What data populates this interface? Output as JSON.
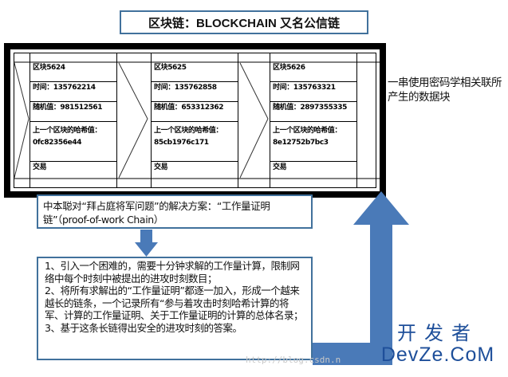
{
  "title": "区块链：BLOCKCHAIN 又名公信链",
  "blocks": [
    {
      "block": "区块5624",
      "time": "时间：135762214",
      "nonce": "随机值：981512561",
      "prev_label": "上一个区块的哈希值：",
      "prev_hash": "0fc82356e44",
      "tx": "交易"
    },
    {
      "block": "区块5625",
      "time": "时间：135762858",
      "nonce": "随机值：653312362",
      "prev_label": "上一个区块的哈希值：",
      "prev_hash": "85cb1976c171",
      "tx": "交易"
    },
    {
      "block": "区块5626",
      "time": "时间：135763321",
      "nonce": "随机值：2897355335",
      "prev_label": "上一个区块的哈希值：",
      "prev_hash": "8e12752b7bc3",
      "tx": "交易"
    }
  ],
  "side_note": "一串使用密码学相关联所产生的数据块",
  "solution_box": "中本聪对“拜占庭将军问题”的解决方案：“工作量证明链”（proof-of-work Chain）",
  "steps": [
    "1、引入一个困难的，需要十分钟求解的工作量计算，限制网络中每个时刻中被提出的进攻时刻数目；",
    "2、将所有求解出的“工作量证明”都逐一加入，形成一个越来越长的链条，一个记录所有“参与着攻击时刻哈希计算的将军、计算的工作量证明、关于工作量证明的计算的总体名录；",
    "3、基于这条长链得出安全的进攻时刻的答案。"
  ],
  "watermark": "http://blog.csdn.n",
  "logo": {
    "top": "开发者",
    "bottom": "DevZe.CoM"
  },
  "colors": {
    "accent_blue": "#4a7ab8",
    "border_blue": "#41719c",
    "logo_blue": "#1e4f9a"
  }
}
